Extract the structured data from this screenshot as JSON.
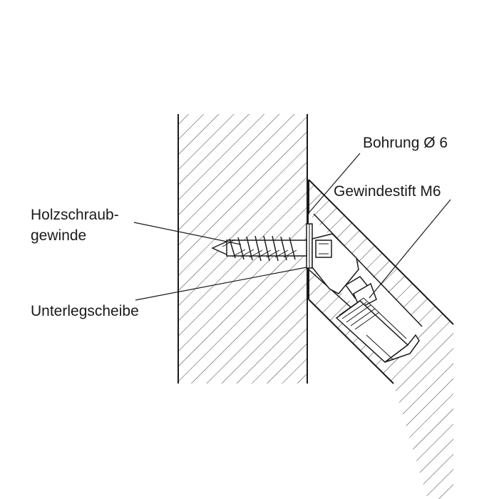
{
  "labels": {
    "bohrung": "Bohrung Ø 6",
    "gewindestift": "Gewindestift M6",
    "holzschraub_line1": "Holzschraub-",
    "holzschraub_line2": "gewinde",
    "unterlegscheibe": "Unterlegscheibe"
  },
  "colors": {
    "line": "#1a1a1a",
    "hatch": "#3a3a3a",
    "background": "#ffffff"
  }
}
